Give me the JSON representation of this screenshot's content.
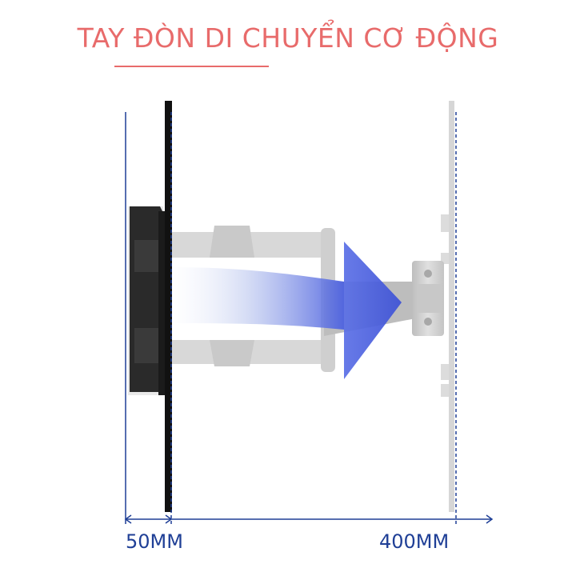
{
  "title": "TAY ĐÒN DI CHUYỂN CƠ ĐỘNG",
  "dimensions": {
    "retracted": "50MM",
    "extended": "400MM"
  },
  "colors": {
    "title": "#e86b6b",
    "dimension_lines": "#1f3f96",
    "arrow": "#4f63e0"
  }
}
